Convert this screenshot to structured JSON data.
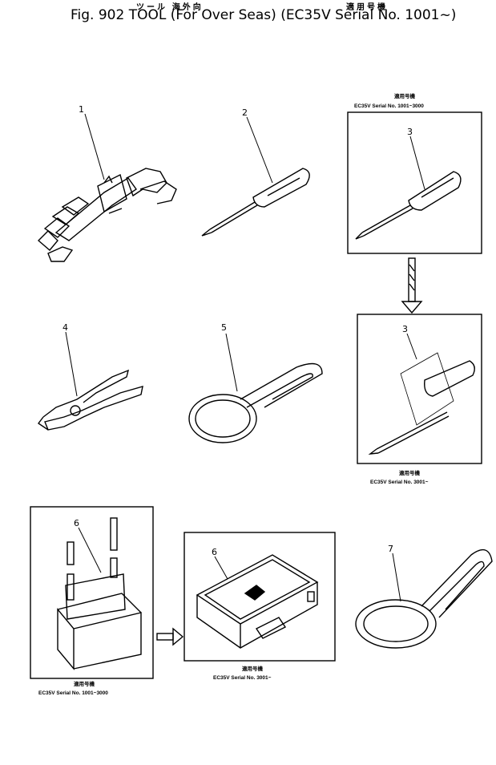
{
  "header": {
    "jp_left": "ツール 海外向",
    "jp_right": "適用号機",
    "title": "Fig. 902  TOOL  (For Over Seas)  (EC35V Serial No. 1001~)"
  },
  "callouts": [
    "1",
    "2",
    "3",
    "4",
    "5",
    "3",
    "6",
    "6",
    "7"
  ],
  "captions": {
    "box_top_right_title": "適用号機",
    "box_top_right_serial": "EC35V Serial No. 1001~3000",
    "box_mid_right_title": "適用号機",
    "box_mid_right_serial": "EC35V Serial No. 3001~",
    "box_bottom_left_title": "適用号機",
    "box_bottom_left_serial": "EC35V Serial No. 1001~3000",
    "box_bottom_mid_title": "適用号機",
    "box_bottom_mid_serial": "EC35V Serial No. 3001~"
  }
}
